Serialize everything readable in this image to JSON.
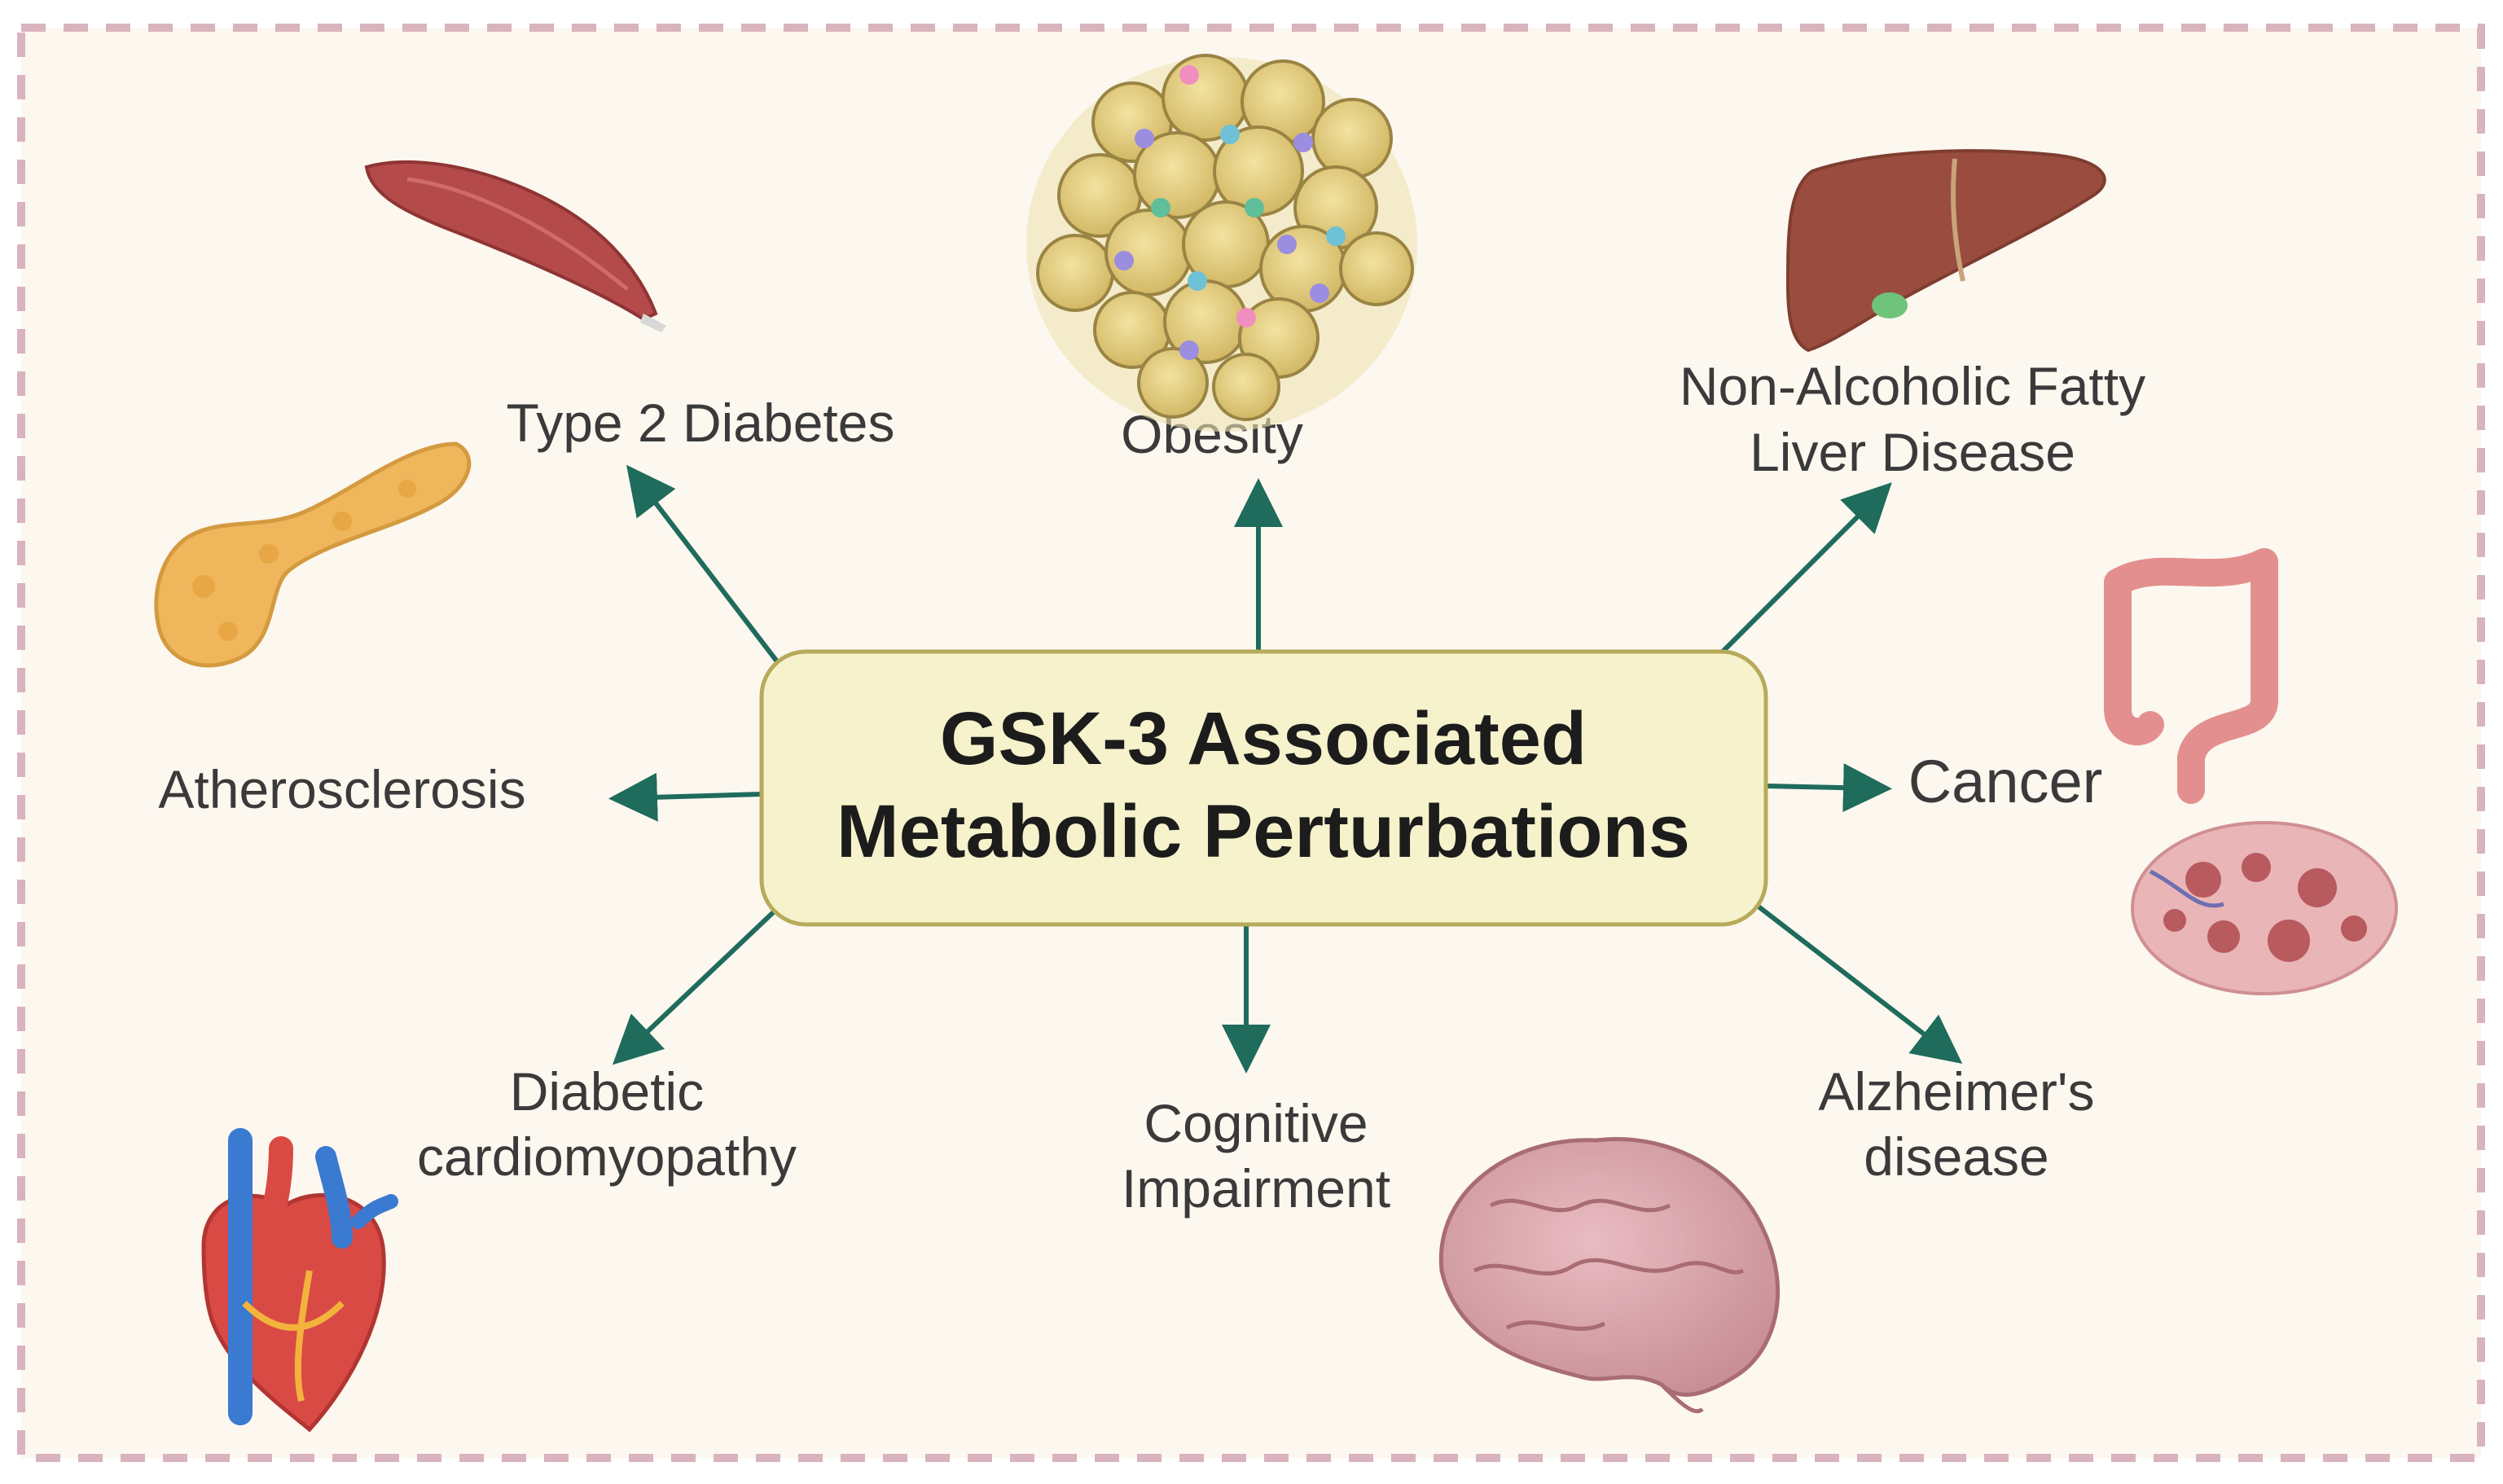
{
  "title_lines": [
    "GSK-3 Associated",
    "Metabolic Perturbations"
  ],
  "labels": {
    "type2_diabetes": [
      "Type 2 Diabetes"
    ],
    "obesity": [
      "Obesity"
    ],
    "nafld": [
      "Non-Alcoholic Fatty",
      "Liver Disease"
    ],
    "atherosclerosis": [
      "Atherosclerosis"
    ],
    "cancer": [
      "Cancer"
    ],
    "diabetic_cardiomyopathy": [
      "Diabetic",
      "cardiomyopathy"
    ],
    "cognitive_impairment": [
      "Cognitive",
      "Impairment"
    ],
    "alzheimers": [
      "Alzheimer's",
      "disease"
    ]
  },
  "icons": [
    "muscle-icon",
    "pancreas-icon",
    "adipose-tissue-icon",
    "liver-icon",
    "colon-icon",
    "ovary-icon",
    "heart-icon",
    "brain-icon"
  ],
  "colors": {
    "background": "#fcf7ef",
    "border_dash": "#d9b3bd",
    "center_fill": "#f5f2cc",
    "center_stroke": "#b7aa5a",
    "arrow": "#1f6b5c",
    "text": "#3a3a3a"
  }
}
